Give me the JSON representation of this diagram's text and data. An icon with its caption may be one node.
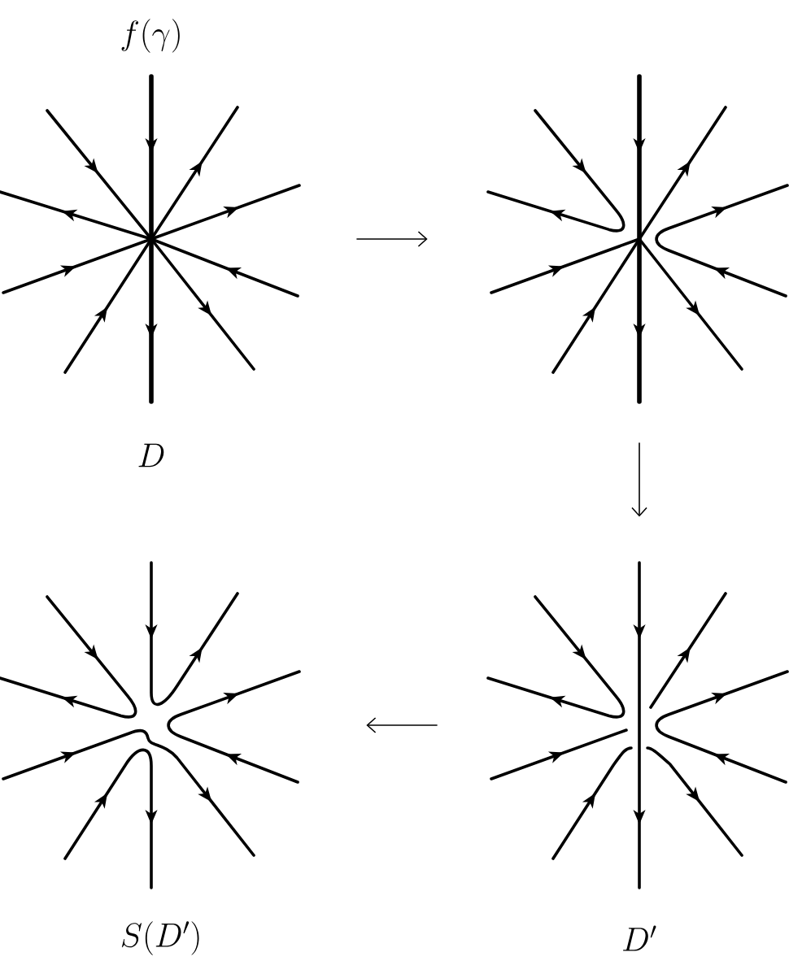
{
  "diagram": {
    "nodes": [
      {
        "text": [],
        "shape": "picture",
        "beside": [
          "f(\\gamma)",
          "D"
        ]
      },
      {
        "text": [],
        "shape": "picture"
      },
      {
        "text": [],
        "shape": "picture",
        "beside": [
          "S(D')"
        ]
      },
      {
        "text": [],
        "shape": "picture",
        "beside": [
          "D'"
        ]
      }
    ],
    "edges": [
      {
        "from": 0,
        "to": 1,
        "arrow": "to"
      },
      {
        "from": 1,
        "to": 3,
        "arrow": "to"
      },
      {
        "from": 3,
        "to": 2,
        "arrow": "to"
      }
    ]
  }
}
